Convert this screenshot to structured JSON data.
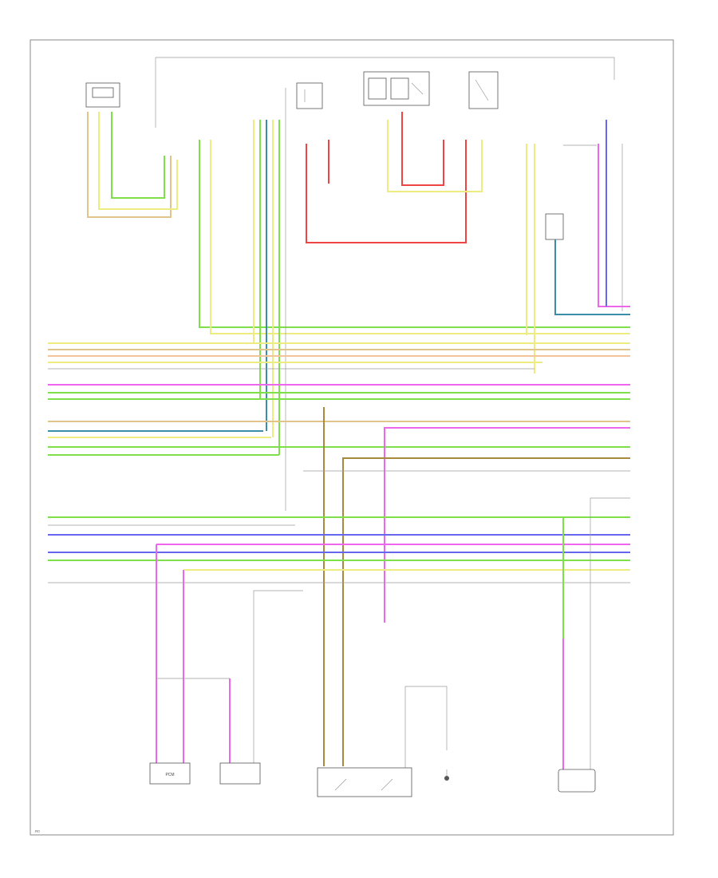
{
  "footer": {
    "code": "R0"
  },
  "colors": {
    "green": "#7ddf4a",
    "yellow": "#ecec80",
    "tan": "#e0c48a",
    "orange": "#f3c39a",
    "pink": "#ee66ee",
    "blue": "#6666ee",
    "teal": "#3a8ea8",
    "brown": "#a88a3c",
    "red": "#ee4444",
    "white": "#d8d8d8",
    "gray": "#888888"
  },
  "components": [
    {
      "id": "c1",
      "label": "PCM"
    },
    {
      "id": "c2",
      "label": ""
    },
    {
      "id": "c3",
      "label": ""
    },
    {
      "id": "c4",
      "label": ""
    },
    {
      "id": "c5",
      "label": ""
    },
    {
      "id": "c6",
      "label": ""
    }
  ]
}
